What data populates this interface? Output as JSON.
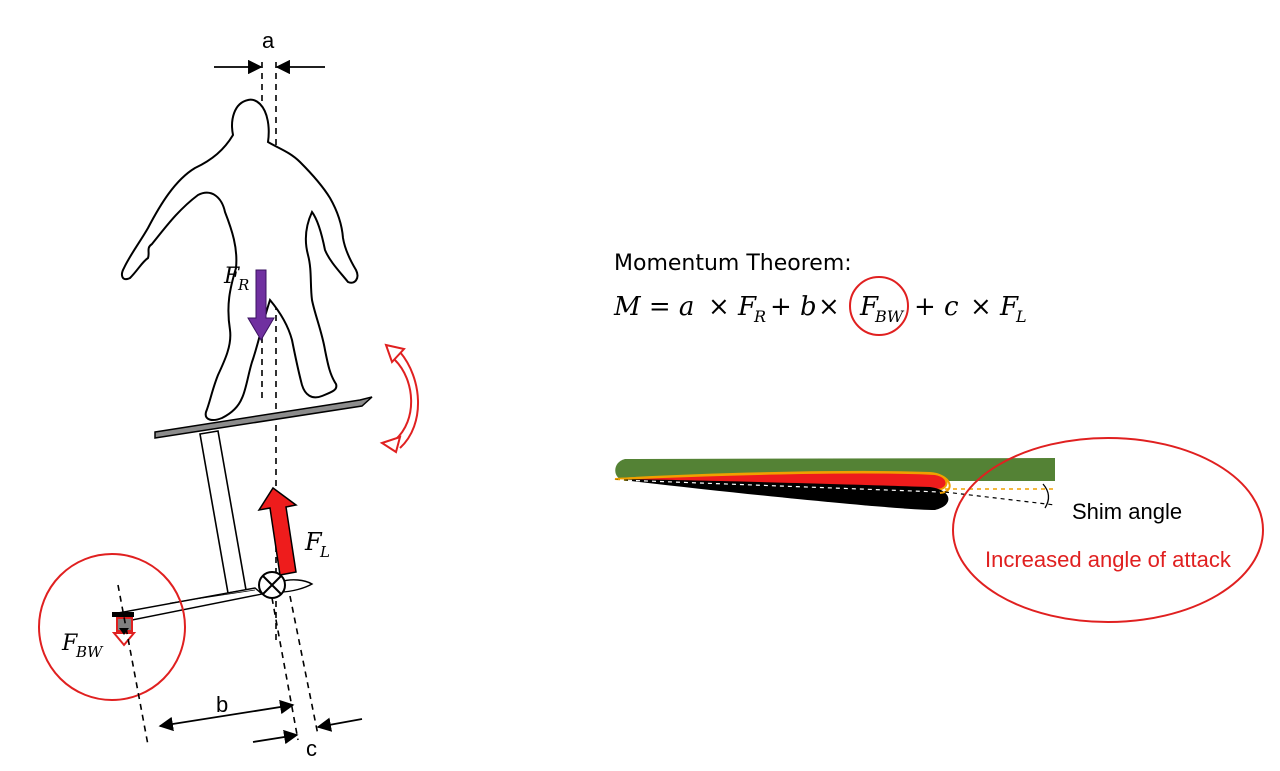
{
  "labels": {
    "a": "a",
    "b": "b",
    "c": "c",
    "shim_angle": "Shim angle",
    "increased_aoa": "Increased angle of attack"
  },
  "forces": {
    "fr": {
      "base": "F",
      "sub": "R"
    },
    "fl": {
      "base": "F",
      "sub": "L"
    },
    "fbw": {
      "base": "F",
      "sub": "BW"
    }
  },
  "equation": {
    "title": "Momentum Theorem:",
    "lhs": "M = a",
    "times1": "×",
    "fr_base": "F",
    "fr_sub": "R",
    "plus_b": "+ b",
    "times2": "×",
    "fbw_base": "F",
    "fbw_sub": "BW",
    "plus_c": "+ c",
    "times3": "×",
    "fl_base": "F",
    "fl_sub": "L"
  },
  "colors": {
    "highlight_red": "#e02020",
    "lift_red": "#ee1c1c",
    "rider_purple": "#7030a0",
    "board_gray": "#8c8c8c",
    "wing_green": "#548235",
    "outline_orange": "#f0a000",
    "foil_black": "#000000"
  }
}
